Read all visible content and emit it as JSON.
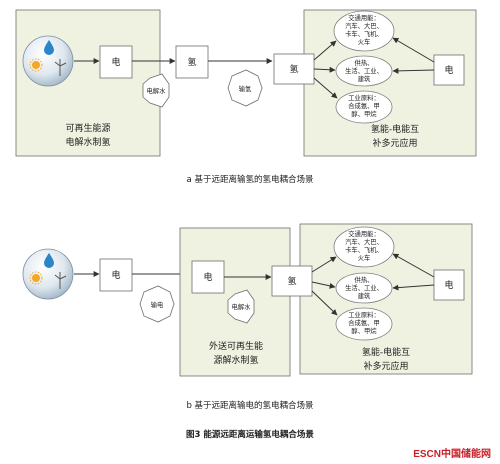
{
  "diagram_a": {
    "caption": "a 基于远距离输氢的氢电耦合场景",
    "source_panel_label": [
      "可再生能源",
      "电解水制氢"
    ],
    "node_electricity": "电",
    "node_electrolysis": "电解水",
    "node_hydrogen_1": "氢",
    "node_transport": "输氢",
    "node_hydrogen_2": "氢",
    "apps_panel_label": [
      "氢能-电能互",
      "补多元应用"
    ],
    "app_transport": [
      "交通用能：",
      "汽车、大巴、",
      "卡车、飞机、",
      "火车"
    ],
    "app_heat": [
      "供热、",
      "生活、工业、",
      "建筑"
    ],
    "app_industry": [
      "工业原料：",
      "合成氨、甲",
      "醇、甲烷"
    ],
    "node_electricity_out": "电"
  },
  "diagram_b": {
    "caption": "b 基于远距离输电的氢电耦合场景",
    "node_electricity_src": "电",
    "node_transmission": "输电",
    "node_electricity_in": "电",
    "node_electrolysis": "电解水",
    "mid_panel_label": [
      "外送可再生能",
      "源解水制氢"
    ],
    "node_hydrogen": "氢",
    "apps_panel_label": [
      "氢能-电能互",
      "补多元应用"
    ],
    "app_transport": [
      "交通用能：",
      "汽车、大巴、",
      "卡车、飞机、",
      "火车"
    ],
    "app_heat": [
      "供热、",
      "生活、工业、",
      "建筑"
    ],
    "app_industry": [
      "工业原料：",
      "合成氨、甲",
      "醇、甲烷"
    ],
    "node_electricity_out": "电"
  },
  "figure_title": "图3  能源远距离运输氢电耦合场景",
  "watermark": "ESCN中国储能网"
}
